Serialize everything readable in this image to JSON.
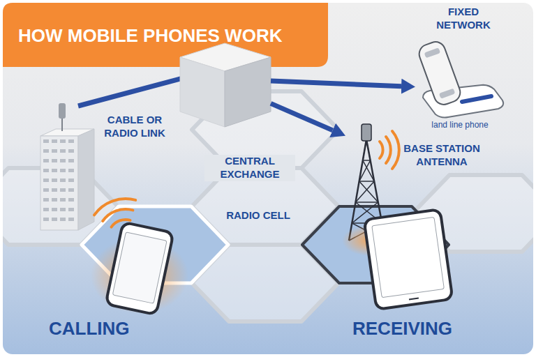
{
  "diagram": {
    "title": "HOW MOBILE PHONES WORK",
    "nodes": [
      {
        "text": [
          "CENTRAL EXCHANGE"
        ]
      },
      {
        "text": [
          "FIXED NETWORK",
          "land line phone"
        ]
      },
      {
        "text": [
          "BASE STATION ANTENNA"
        ]
      }
    ],
    "edges": [
      {
        "from": 0,
        "to": 1,
        "arrow": "to"
      },
      {
        "from": 0,
        "to": 2,
        "arrow": "to"
      }
    ],
    "labels": [
      "CABLE OR RADIO LINK",
      "RADIO CELL",
      "CALLING",
      "RECEIVING"
    ]
  }
}
